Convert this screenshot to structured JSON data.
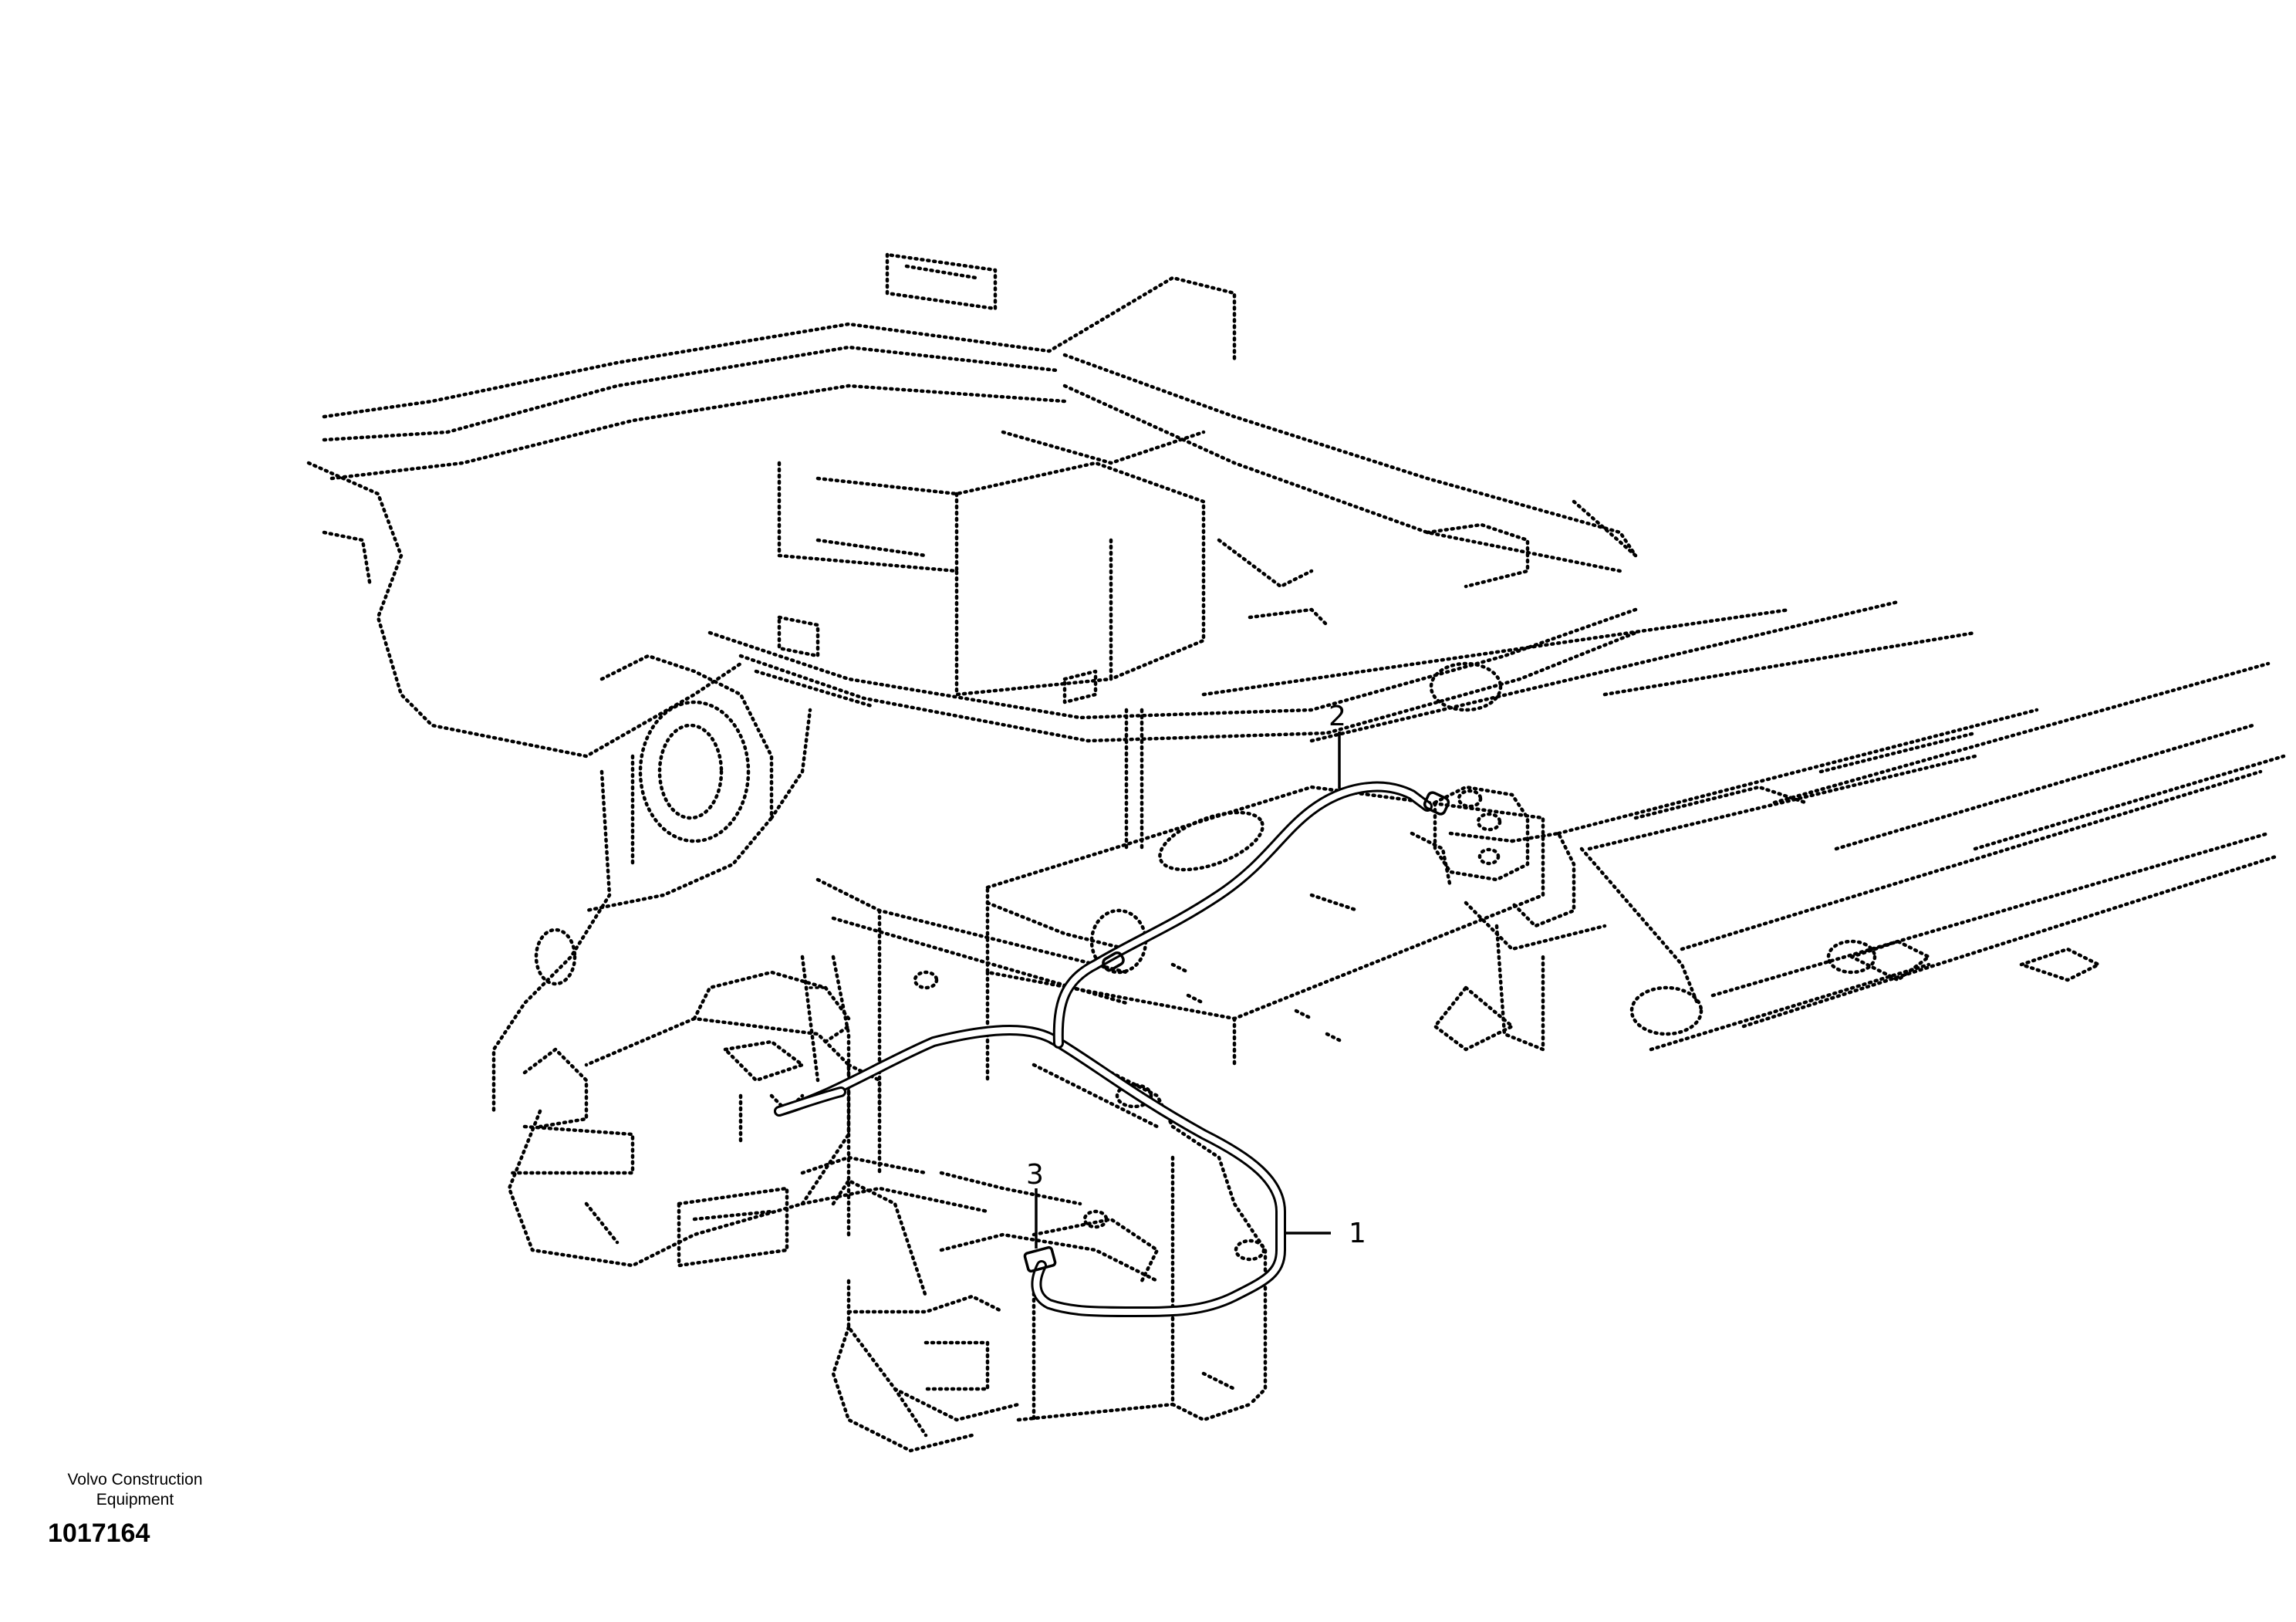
{
  "caption": {
    "manufacturer_line1": "Volvo Construction",
    "manufacturer_line2": "Equipment",
    "drawing_number": "1017164"
  },
  "callouts": [
    {
      "id": "callout-1",
      "label": "1"
    },
    {
      "id": "callout-2",
      "label": "2"
    },
    {
      "id": "callout-3",
      "label": "3"
    }
  ]
}
